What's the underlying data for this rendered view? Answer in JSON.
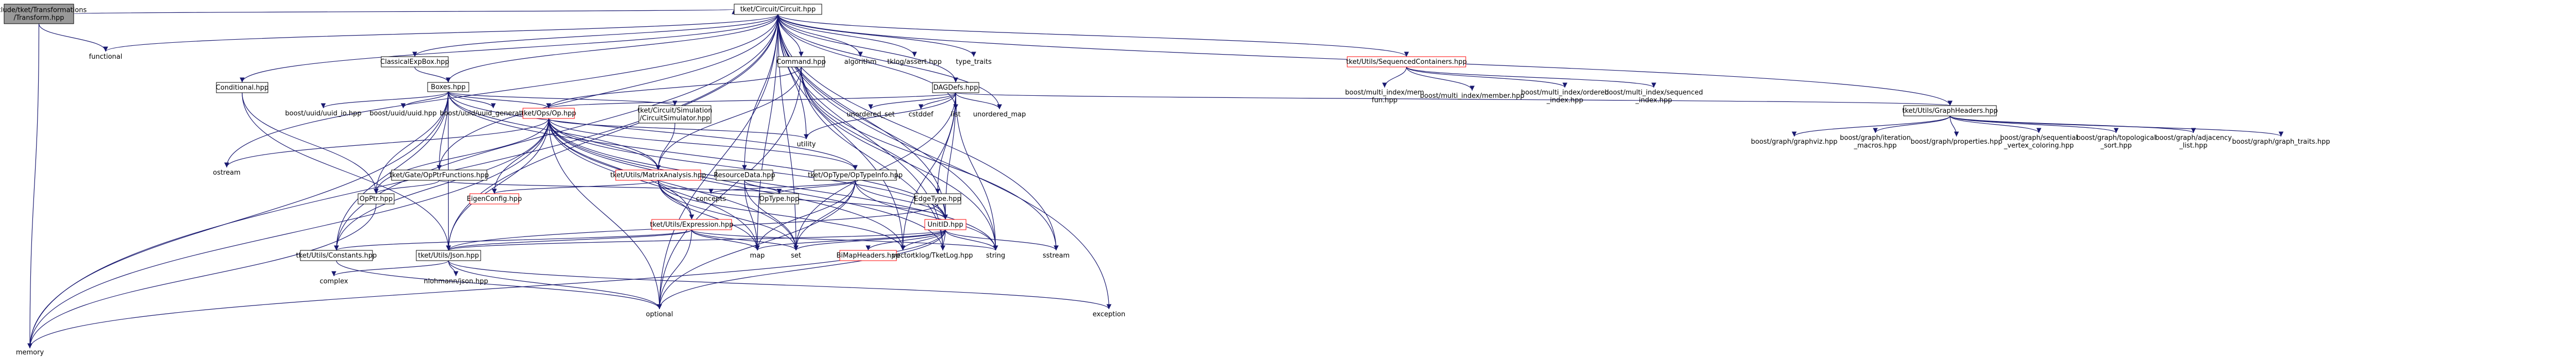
{
  "diagram": {
    "nodes": [
      {
        "id": "n0",
        "lines": [
          "include/tket/Transformations",
          "/Transform.hpp"
        ],
        "style": "gray"
      },
      {
        "id": "n1",
        "lines": [
          "tket/Circuit/Circuit.hpp"
        ],
        "style": "white"
      },
      {
        "id": "n2",
        "lines": [
          "functional"
        ],
        "style": "plain"
      },
      {
        "id": "n3",
        "lines": [
          "memory"
        ],
        "style": "plain"
      },
      {
        "id": "n4",
        "lines": [
          "Conditional.hpp"
        ],
        "style": "white"
      },
      {
        "id": "n5",
        "lines": [
          "ClassicalExpBox.hpp"
        ],
        "style": "white"
      },
      {
        "id": "n6",
        "lines": [
          "Boxes.hpp"
        ],
        "style": "white"
      },
      {
        "id": "n7",
        "lines": [
          "Command.hpp"
        ],
        "style": "white"
      },
      {
        "id": "n8",
        "lines": [
          "algorithm"
        ],
        "style": "plain"
      },
      {
        "id": "n9",
        "lines": [
          "tklog/assert.hpp"
        ],
        "style": "plain"
      },
      {
        "id": "n10",
        "lines": [
          "type_traits"
        ],
        "style": "plain"
      },
      {
        "id": "n11",
        "lines": [
          "DAGDefs.hpp"
        ],
        "style": "white"
      },
      {
        "id": "n12",
        "lines": [
          "tket/Utils/SequencedContainers.hpp"
        ],
        "style": "red"
      },
      {
        "id": "n13",
        "lines": [
          "boost/multi_index/mem",
          "fun.hpp"
        ],
        "style": "plain"
      },
      {
        "id": "n14",
        "lines": [
          "boost/multi_index/member.hpp"
        ],
        "style": "plain"
      },
      {
        "id": "n15",
        "lines": [
          "boost/multi_index/ordered",
          "_index.hpp"
        ],
        "style": "plain"
      },
      {
        "id": "n16",
        "lines": [
          "boost/multi_index/sequenced",
          "_index.hpp"
        ],
        "style": "plain"
      },
      {
        "id": "n17",
        "lines": [
          "tket/Utils/GraphHeaders.hpp"
        ],
        "style": "white"
      },
      {
        "id": "n18",
        "lines": [
          "boost/graph/graphviz.hpp"
        ],
        "style": "plain"
      },
      {
        "id": "n19",
        "lines": [
          "boost/graph/iteration",
          "_macros.hpp"
        ],
        "style": "plain"
      },
      {
        "id": "n20",
        "lines": [
          "boost/graph/properties.hpp"
        ],
        "style": "plain"
      },
      {
        "id": "n21",
        "lines": [
          "boost/graph/sequential",
          "_vertex_coloring.hpp"
        ],
        "style": "plain"
      },
      {
        "id": "n22",
        "lines": [
          "boost/graph/topological",
          "_sort.hpp"
        ],
        "style": "plain"
      },
      {
        "id": "n23",
        "lines": [
          "boost/graph/adjacency",
          "_list.hpp"
        ],
        "style": "plain"
      },
      {
        "id": "n24",
        "lines": [
          "boost/graph/graph_traits.hpp"
        ],
        "style": "plain"
      },
      {
        "id": "n25",
        "lines": [
          "boost/uuid/uuid_io.hpp"
        ],
        "style": "plain"
      },
      {
        "id": "n26",
        "lines": [
          "boost/uuid/uuid.hpp"
        ],
        "style": "plain"
      },
      {
        "id": "n27",
        "lines": [
          "boost/uuid/uuid_generators.hpp"
        ],
        "style": "plain"
      },
      {
        "id": "n28",
        "lines": [
          "tket/Ops/Op.hpp"
        ],
        "style": "red"
      },
      {
        "id": "n29",
        "lines": [
          "tket/Circuit/Simulation",
          "/CircuitSimulator.hpp"
        ],
        "style": "white"
      },
      {
        "id": "n30",
        "lines": [
          "unordered_set"
        ],
        "style": "plain"
      },
      {
        "id": "n31",
        "lines": [
          "cstddef"
        ],
        "style": "plain"
      },
      {
        "id": "n32",
        "lines": [
          "list"
        ],
        "style": "plain"
      },
      {
        "id": "n33",
        "lines": [
          "unordered_map"
        ],
        "style": "plain"
      },
      {
        "id": "n34",
        "lines": [
          "utility"
        ],
        "style": "plain"
      },
      {
        "id": "n35",
        "lines": [
          "ostream"
        ],
        "style": "plain"
      },
      {
        "id": "n36",
        "lines": [
          "tket/Gate/OpPtrFunctions.hpp"
        ],
        "style": "white"
      },
      {
        "id": "n37",
        "lines": [
          "tket/Utils/MatrixAnalysis.hpp"
        ],
        "style": "red"
      },
      {
        "id": "n38",
        "lines": [
          "ResourceData.hpp"
        ],
        "style": "white"
      },
      {
        "id": "n39",
        "lines": [
          "tket/OpType/OpTypeInfo.hpp"
        ],
        "style": "white"
      },
      {
        "id": "n40",
        "lines": [
          "OpPtr.hpp"
        ],
        "style": "white"
      },
      {
        "id": "n41",
        "lines": [
          "EigenConfig.hpp"
        ],
        "style": "red"
      },
      {
        "id": "n42",
        "lines": [
          "OpType.hpp"
        ],
        "style": "white"
      },
      {
        "id": "n43",
        "lines": [
          "concepts"
        ],
        "style": "plain"
      },
      {
        "id": "n44",
        "lines": [
          "tket/Utils/Expression.hpp"
        ],
        "style": "red"
      },
      {
        "id": "n45",
        "lines": [
          "EdgeType.hpp"
        ],
        "style": "white"
      },
      {
        "id": "n46",
        "lines": [
          "UnitID.hpp"
        ],
        "style": "red"
      },
      {
        "id": "n47",
        "lines": [
          "tket/Utils/Constants.hpp"
        ],
        "style": "white"
      },
      {
        "id": "n48",
        "lines": [
          "tket/Utils/Json.hpp"
        ],
        "style": "white"
      },
      {
        "id": "n49",
        "lines": [
          "map"
        ],
        "style": "plain"
      },
      {
        "id": "n50",
        "lines": [
          "BiMapHeaders.hpp"
        ],
        "style": "red"
      },
      {
        "id": "n51",
        "lines": [
          "set"
        ],
        "style": "plain"
      },
      {
        "id": "n52",
        "lines": [
          "vector"
        ],
        "style": "plain"
      },
      {
        "id": "n53",
        "lines": [
          "tklog/TketLog.hpp"
        ],
        "style": "plain"
      },
      {
        "id": "n54",
        "lines": [
          "string"
        ],
        "style": "plain"
      },
      {
        "id": "n55",
        "lines": [
          "sstream"
        ],
        "style": "plain"
      },
      {
        "id": "n56",
        "lines": [
          "complex"
        ],
        "style": "plain"
      },
      {
        "id": "n57",
        "lines": [
          "nlohmann/json.hpp"
        ],
        "style": "plain"
      },
      {
        "id": "n58",
        "lines": [
          "optional"
        ],
        "style": "plain"
      },
      {
        "id": "n59",
        "lines": [
          "exception"
        ],
        "style": "plain"
      }
    ],
    "colors": {
      "edge": "#191970",
      "red_edge": "#ff0000",
      "node_gray": "#999999",
      "node_border": "#000000",
      "node_red_border": "#ff0000"
    }
  }
}
